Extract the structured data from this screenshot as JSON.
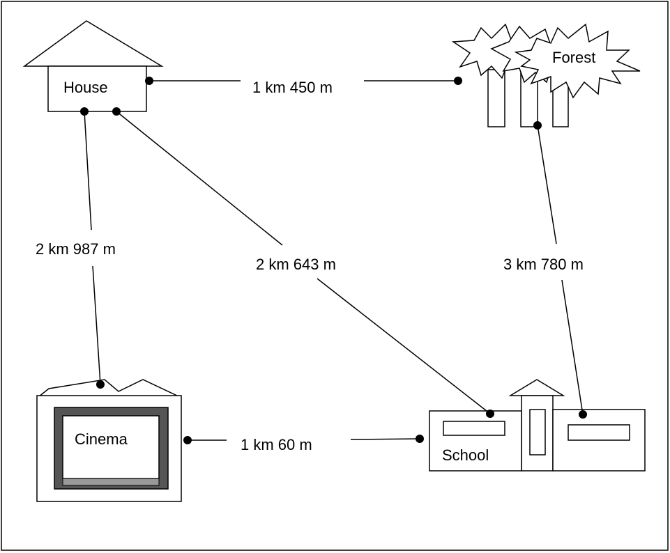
{
  "places": {
    "house": "House",
    "forest": "Forest",
    "cinema": "Cinema",
    "school": "School"
  },
  "distances": {
    "house_forest": "1 km 450 m",
    "house_cinema": "2 km 987 m",
    "house_school": "2 km 643 m",
    "forest_school": "3 km 780 m",
    "cinema_school": "1 km 60 m"
  }
}
